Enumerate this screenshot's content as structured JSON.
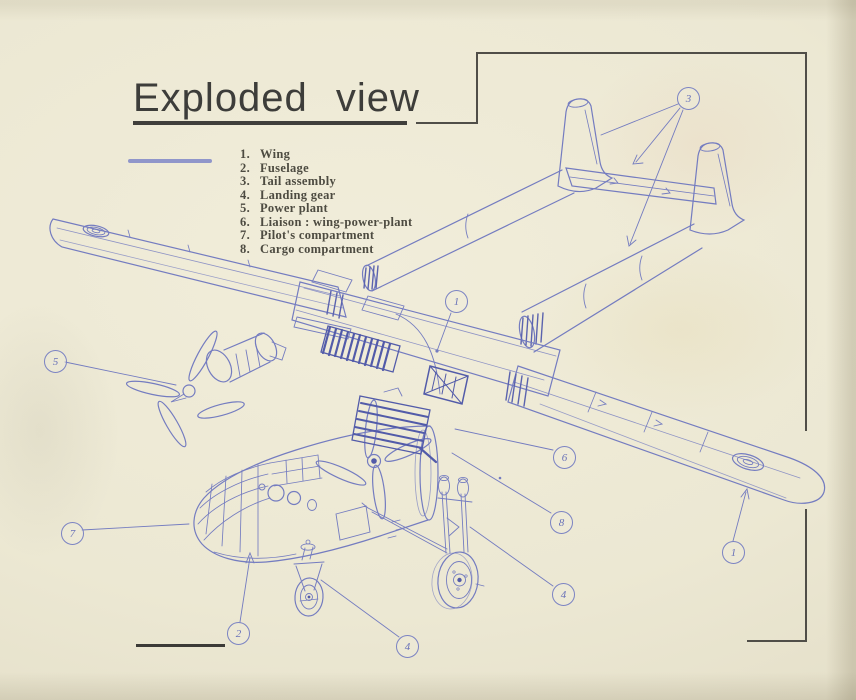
{
  "title": {
    "text": "Exploded view"
  },
  "legend": {
    "items": [
      {
        "num": "1.",
        "label": "Wing"
      },
      {
        "num": "2.",
        "label": "Fuselage"
      },
      {
        "num": "3.",
        "label": "Tail assembly"
      },
      {
        "num": "4.",
        "label": "Landing gear"
      },
      {
        "num": "5.",
        "label": "Power plant"
      },
      {
        "num": "6.",
        "label": "Liaison : wing-power-plant"
      },
      {
        "num": "7.",
        "label": "Pilot's compartment"
      },
      {
        "num": "8.",
        "label": "Cargo compartment"
      }
    ]
  },
  "callouts": [
    {
      "part": "tail-assembly",
      "label": "3"
    },
    {
      "part": "wing-center",
      "label": "1"
    },
    {
      "part": "power-plant",
      "label": "5"
    },
    {
      "part": "liaison",
      "label": "6"
    },
    {
      "part": "cargo-compartment",
      "label": "8"
    },
    {
      "part": "landing-gear-main",
      "label": "4"
    },
    {
      "part": "wing-right",
      "label": "1"
    },
    {
      "part": "pilots-compartment",
      "label": "7"
    },
    {
      "part": "fuselage",
      "label": "2"
    },
    {
      "part": "landing-gear-nose",
      "label": "4"
    }
  ],
  "colors": {
    "paper": "#ebe7d2",
    "ink": "#747cc0",
    "ink_dark": "#525ba9",
    "frame": "#4e4c46",
    "title": "#3d3d3a",
    "legend_text": "#4d4b41"
  }
}
